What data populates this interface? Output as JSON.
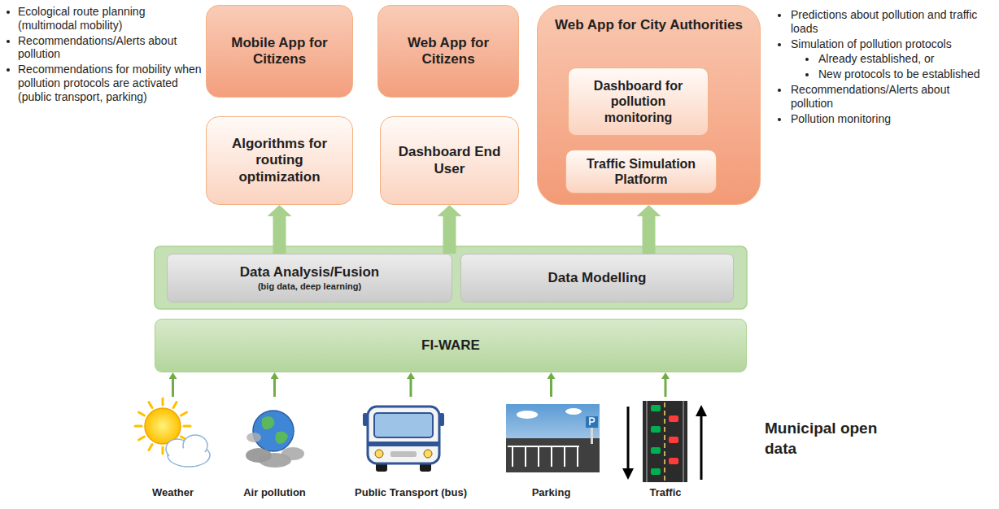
{
  "diagram": {
    "nodes": [
      {
        "text": [
          "Mobile App for Citizens"
        ]
      },
      {
        "text": [
          "Web App for Citizens"
        ]
      },
      {
        "text": [
          "Web App for City Authorities"
        ]
      },
      {
        "text": [
          "Dashboard for pollution monitoring"
        ],
        "in": 2
      },
      {
        "text": [
          "Traffic Simulation Platform"
        ],
        "in": 2
      },
      {
        "text": [
          "Algorithms for routing optimization"
        ]
      },
      {
        "text": [
          "Dashboard End User"
        ]
      },
      {
        "text": [
          "Data Analysis/Fusion",
          "(big data, deep learning)"
        ]
      },
      {
        "text": [
          "Data Modelling"
        ]
      },
      {
        "text": [
          "FI-WARE"
        ]
      },
      {
        "text": [
          "Weather"
        ]
      },
      {
        "text": [
          "Air pollution"
        ]
      },
      {
        "text": [
          "Public Transport (bus)"
        ]
      },
      {
        "text": [
          "Parking"
        ]
      },
      {
        "text": [
          "Traffic"
        ]
      }
    ],
    "edges": [
      {
        "from": 7,
        "to": 5,
        "arrow": "to"
      },
      {
        "from": 7,
        "to": 6,
        "arrow": "to"
      },
      {
        "from": 8,
        "to": 2,
        "arrow": "to"
      },
      {
        "from": 10,
        "to": 9,
        "arrow": "to"
      },
      {
        "from": 11,
        "to": 9,
        "arrow": "to"
      },
      {
        "from": 12,
        "to": 9,
        "arrow": "to"
      },
      {
        "from": 13,
        "to": 9,
        "arrow": "to"
      },
      {
        "from": 14,
        "to": 9,
        "arrow": "to"
      }
    ],
    "labels": [
      "Ecological route planning (multimodal mobility)",
      "Recommendations/Alerts about pollution",
      "Recommendations for mobility when pollution protocols are activated (public transport, parking)",
      "Predictions about pollution and traffic loads",
      "Simulation of pollution protocols",
      "Already established, or",
      "New protocols to be established",
      "Recommendations/Alerts about pollution",
      "Pollution monitoring",
      "Municipal open data"
    ]
  }
}
